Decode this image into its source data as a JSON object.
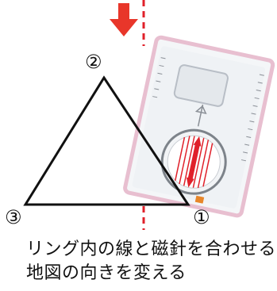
{
  "vertices": {
    "one": "①",
    "two": "②",
    "three": "③"
  },
  "captions": [
    "リング内の線と磁針を合わせる",
    "地図の向きを変える"
  ],
  "colors": {
    "arrow": "#e8362a",
    "dashed_line": "#e0202a",
    "needle": "#e0202a",
    "triangle": "#111111",
    "compass_edge": "#e8bfd0"
  }
}
